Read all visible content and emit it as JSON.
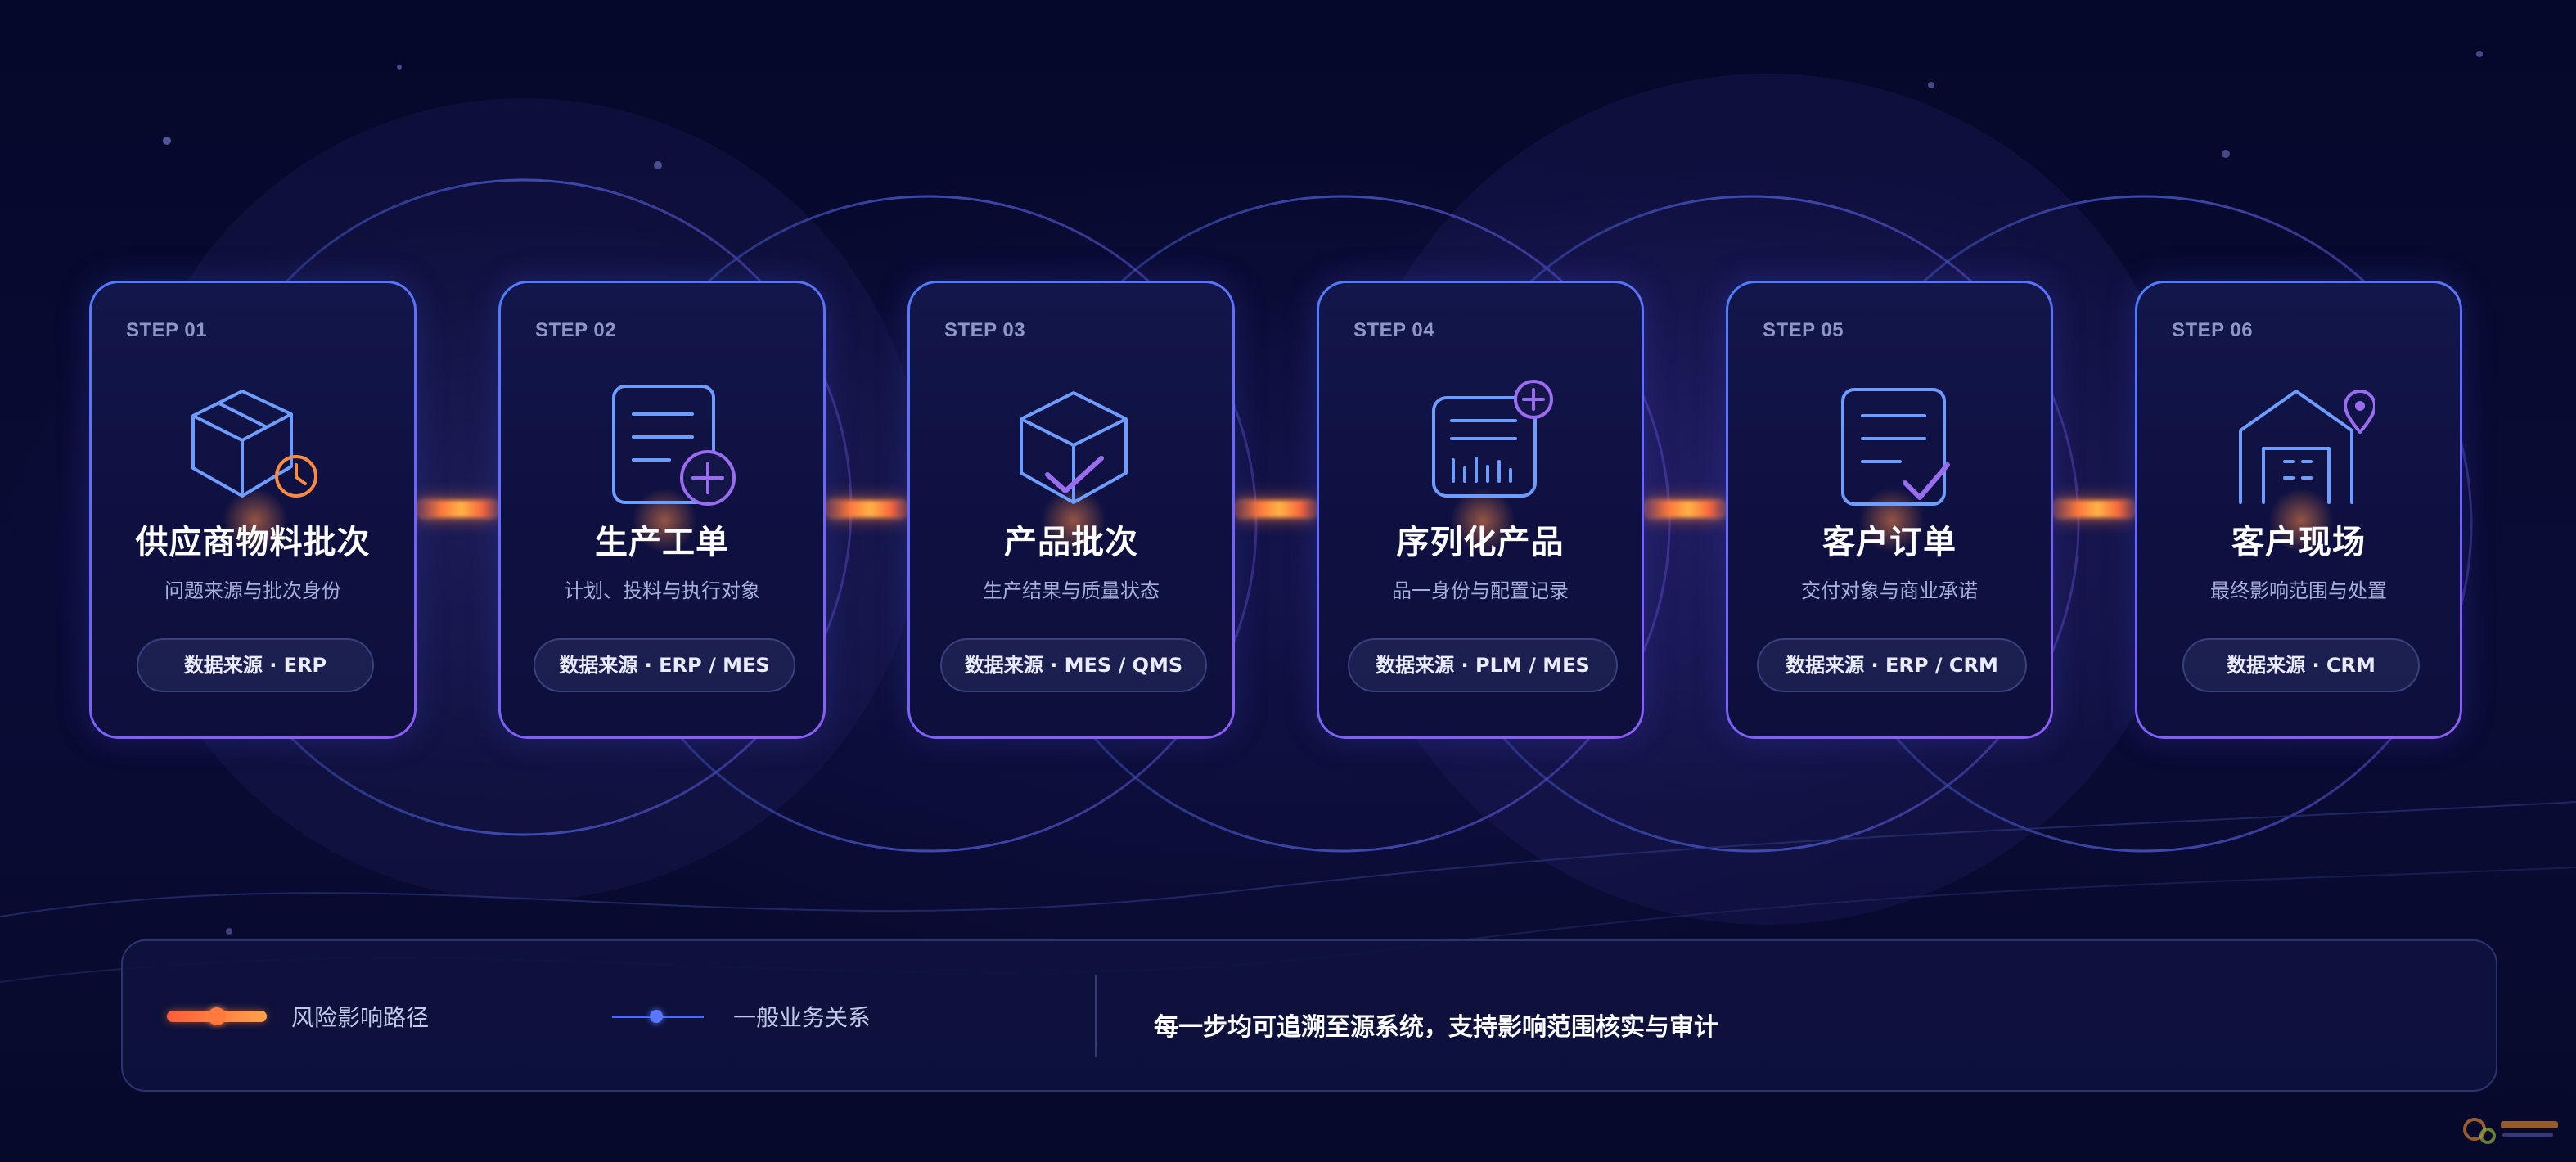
{
  "steps": [
    {
      "step": "STEP 01",
      "title": "供应商物料批次",
      "desc": "问题来源与批次身份",
      "source": "数据来源 · ERP",
      "icon": "package-clock-icon"
    },
    {
      "step": "STEP 02",
      "title": "生产工单",
      "desc": "计划、投料与执行对象",
      "source": "数据来源 · ERP / MES",
      "icon": "document-plus-icon"
    },
    {
      "step": "STEP 03",
      "title": "产品批次",
      "desc": "生产结果与质量状态",
      "source": "数据来源 · MES / QMS",
      "icon": "cube-check-icon"
    },
    {
      "step": "STEP 04",
      "title": "序列化产品",
      "desc": "品一身份与配置记录",
      "source": "数据来源 · PLM / MES",
      "icon": "serial-barcode-icon"
    },
    {
      "step": "STEP 05",
      "title": "客户订单",
      "desc": "交付对象与商业承诺",
      "source": "数据来源 · ERP / CRM",
      "icon": "order-check-icon"
    },
    {
      "step": "STEP 06",
      "title": "客户现场",
      "desc": "最终影响范围与处置",
      "source": "数据来源 · CRM",
      "icon": "warehouse-pin-icon"
    }
  ],
  "legend": {
    "risk_label": "风险影响路径",
    "business_label": "一般业务关系",
    "note": "每一步均可追溯至源系统，支持影响范围核实与审计"
  },
  "colors": {
    "background": "#070a2c",
    "card_border": "#5b6cff",
    "risk_path": "#ff7a3c",
    "business_path": "#4a6af5",
    "icon_blue": "#6f9dff",
    "icon_purple": "#9a6cf0",
    "icon_orange": "#ff8a3d"
  }
}
